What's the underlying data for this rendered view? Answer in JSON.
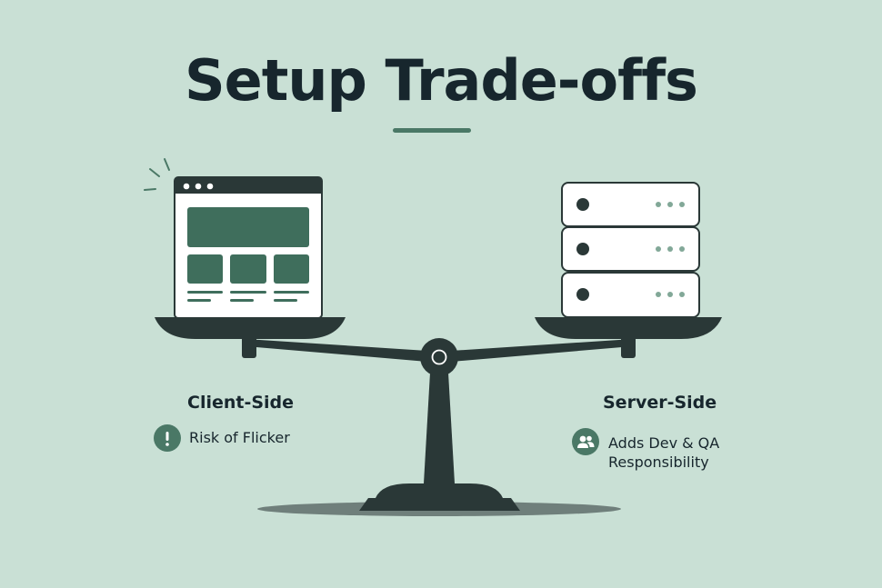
{
  "title": "Setup Trade-offs",
  "left": {
    "heading": "Client-Side",
    "note": "Risk of Flicker",
    "icon": "exclamation-icon"
  },
  "right": {
    "heading": "Server-Side",
    "note_line1": "Adds Dev & QA",
    "note_line2": "Responsibility",
    "icon": "users-icon"
  },
  "colors": {
    "background": "#c9e0d5",
    "dark": "#2a3837",
    "accent": "#3f6e5c",
    "badge": "#4a7866"
  }
}
